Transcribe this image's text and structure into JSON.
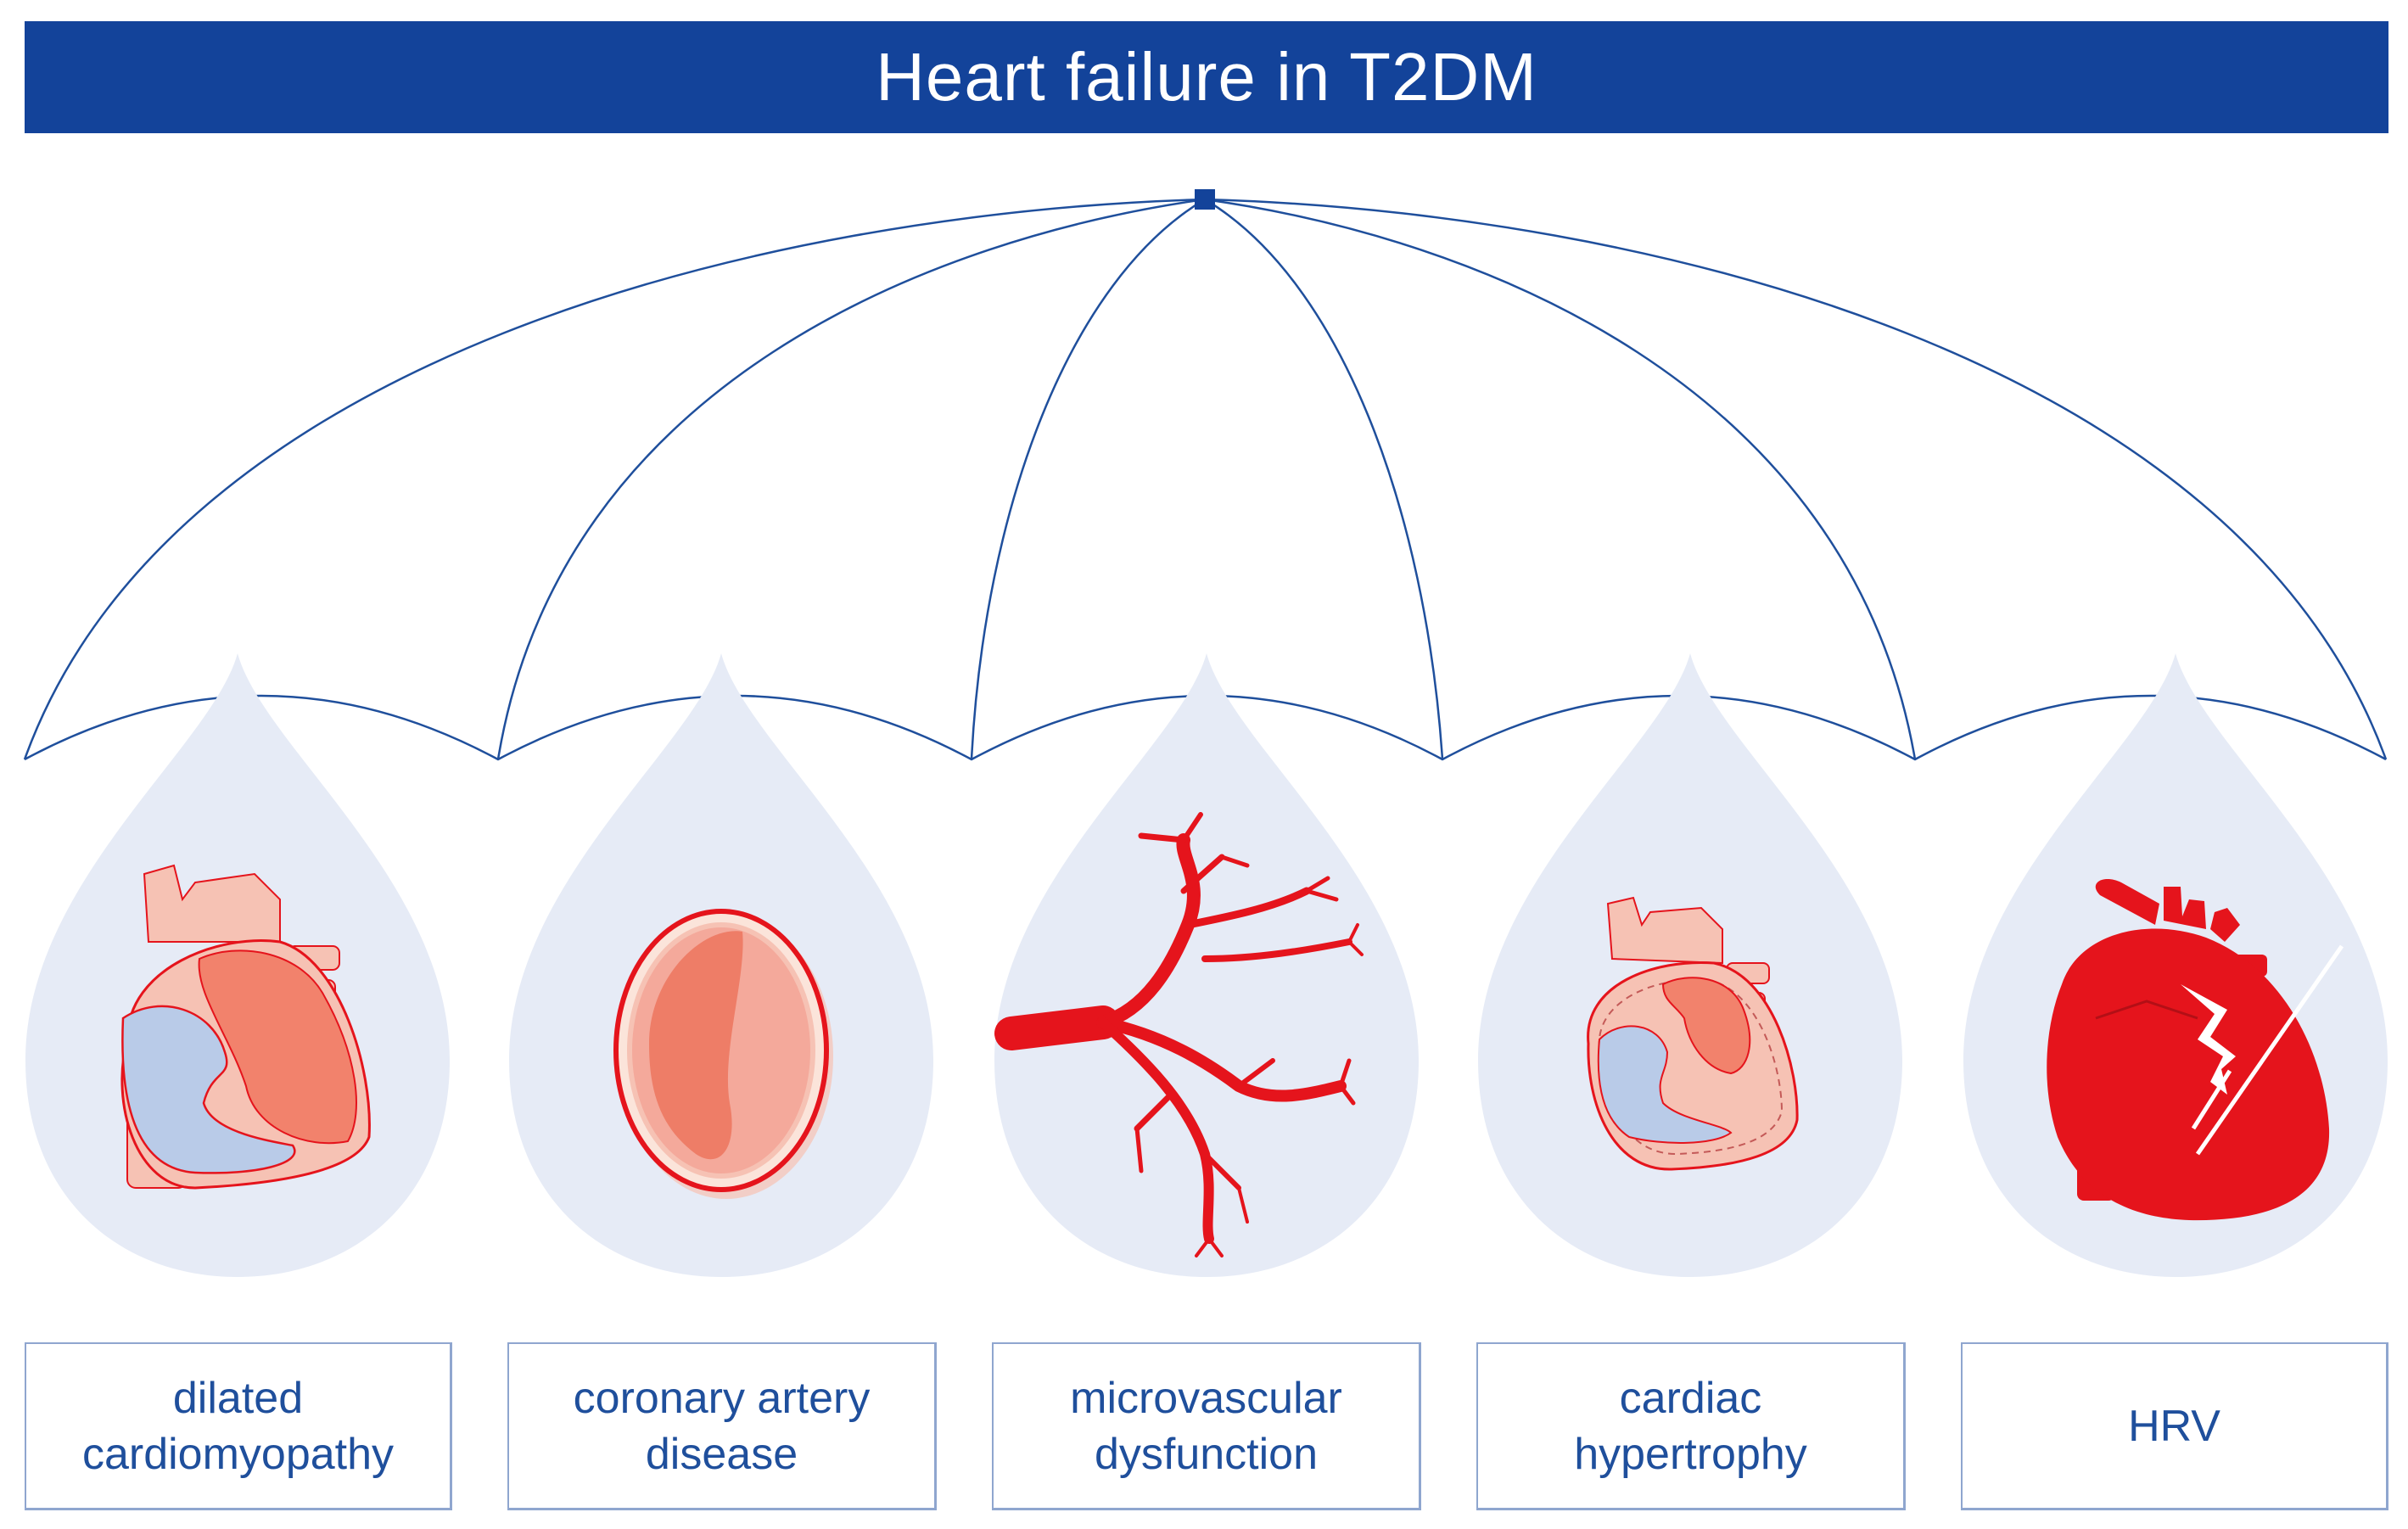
{
  "title": "Heart failure in T2DM",
  "colors": {
    "title_bar": "#13439a",
    "umbrella_line": "#1f4f9c",
    "drop_fill": "#e6ebf6",
    "label_text": "#1f4f9c",
    "red": "#e5141c",
    "salmon": "#f2826c",
    "pink": "#f6c2b4",
    "blue_chamber": "#b9cbe8"
  },
  "categories": [
    {
      "label_line1": "dilated",
      "label_line2": "cardiomyopathy",
      "icon": "dilated-heart-icon"
    },
    {
      "label_line1": "coronary artery",
      "label_line2": "disease",
      "icon": "artery-cross-section-icon"
    },
    {
      "label_line1": "microvascular",
      "label_line2": "dysfunction",
      "icon": "branching-vessels-icon"
    },
    {
      "label_line1": "cardiac",
      "label_line2": "hypertrophy",
      "icon": "hypertrophic-heart-icon"
    },
    {
      "label_line1": "HRV",
      "label_line2": "",
      "icon": "lightning-heart-icon"
    }
  ]
}
